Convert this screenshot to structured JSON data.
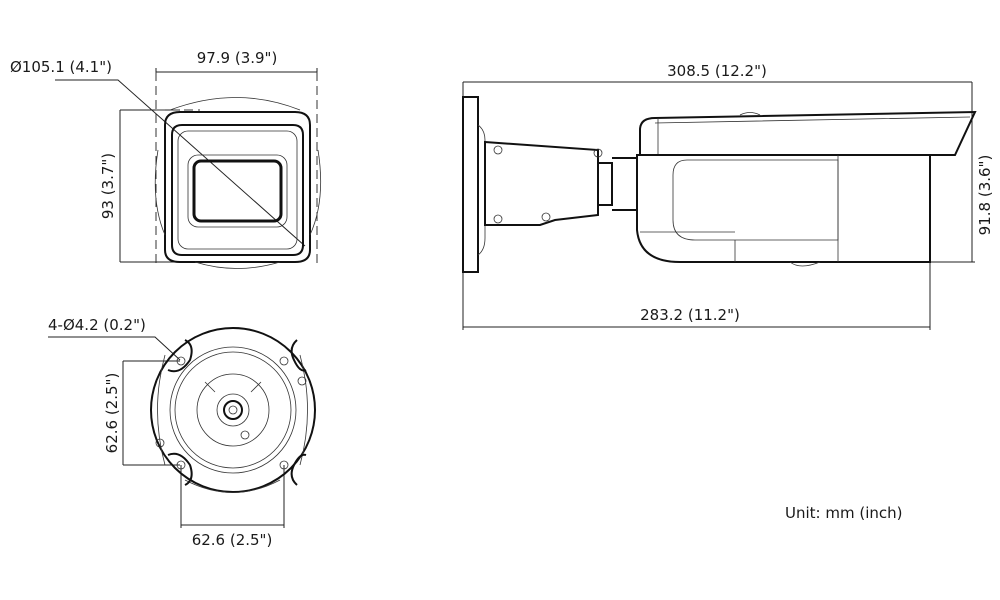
{
  "front_view": {
    "diameter_label": "Ø105.1 (4.1\")",
    "width_label": "97.9 (3.9\")",
    "height_label": "93 (3.7\")"
  },
  "side_view": {
    "total_length_label": "308.5 (12.2\")",
    "body_length_label": "283.2 (11.2\")",
    "height_label": "91.8 (3.6\")"
  },
  "bottom_view": {
    "holes_label": "4-Ø4.2 (0.2\")",
    "hole_spacing_vertical_label": "62.6 (2.5\")",
    "hole_spacing_horizontal_label": "62.6 (2.5\")"
  },
  "unit_label": "Unit: mm (inch)"
}
